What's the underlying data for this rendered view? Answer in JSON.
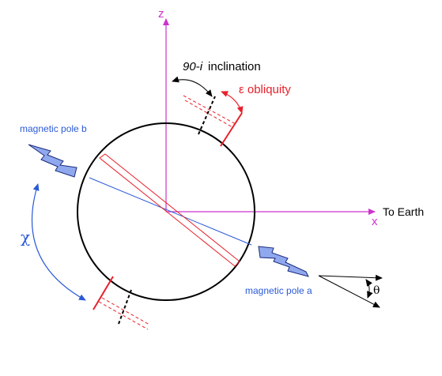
{
  "labels": {
    "z_axis": "z",
    "x_axis": "x",
    "to_earth": "To Earth",
    "inclination_prefix": "90-",
    "inclination_i": "i",
    "inclination_suffix": "inclination",
    "obliquity": "ε obliquity",
    "pole_b": "magnetic pole b",
    "pole_a": "magnetic pole a",
    "chi": "χ",
    "theta": "θ"
  },
  "colors": {
    "magenta": "#cc33cc",
    "red": "#e8202a",
    "blue": "#2a5ad8",
    "black": "#000000",
    "bolt_fill": "#8fa8ee"
  },
  "icons": {
    "bolt_a": "lightning-bolt-icon",
    "bolt_b": "lightning-bolt-icon"
  }
}
